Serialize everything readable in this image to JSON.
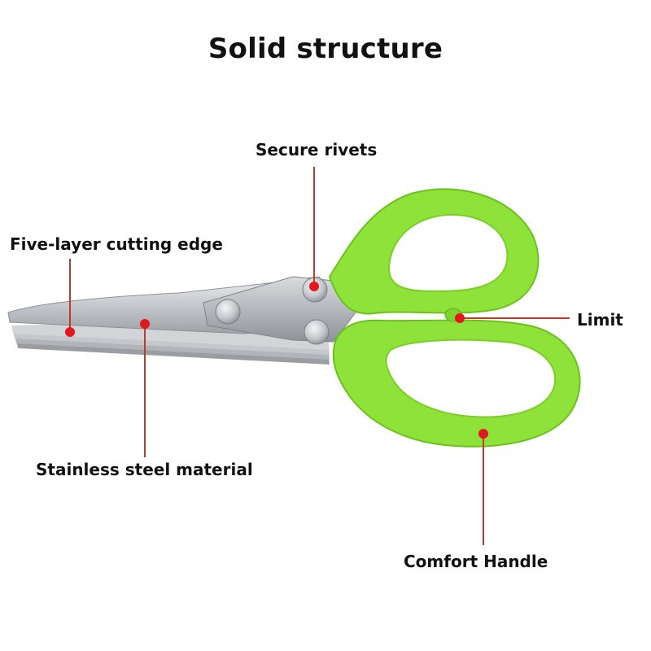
{
  "title": "Solid structure",
  "callouts": {
    "secure_rivets": "Secure rivets",
    "five_layer_edge": "Five-layer cutting edge",
    "limit": "Limit",
    "stainless_steel": "Stainless steel material",
    "comfort_handle": "Comfort Handle"
  },
  "colors": {
    "handle": "#8ee23a",
    "handle_dark": "#6cc21c",
    "steel": "#c9ccd0",
    "marker": "#e1191f",
    "leader": "#c0392b"
  }
}
